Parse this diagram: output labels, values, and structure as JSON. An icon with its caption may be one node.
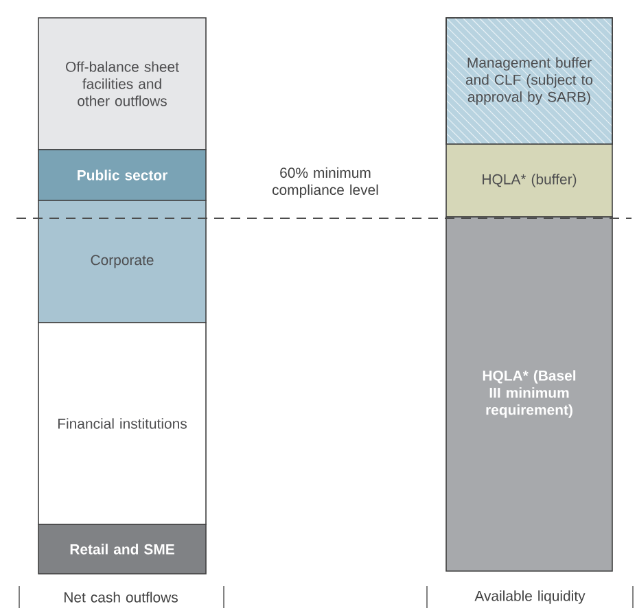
{
  "diagram": {
    "nodes": [
      {
        "text": [
          "Off-balance sheet facilities and other outflows"
        ]
      },
      {
        "text": [
          "Public sector"
        ]
      },
      {
        "text": [
          "Corporate"
        ]
      },
      {
        "text": [
          "Financial institutions"
        ]
      },
      {
        "text": [
          "Retail and SME"
        ]
      },
      {
        "text": [
          "Management buffer and CLF (subject to approval by SARB)"
        ]
      },
      {
        "text": [
          "HQLA* (buffer)"
        ]
      },
      {
        "text": [
          "HQLA* (Basel III minimum requirement)"
        ]
      }
    ],
    "labels": [
      "60% minimum compliance level",
      "Net cash outflows",
      "Available liquidity"
    ]
  }
}
